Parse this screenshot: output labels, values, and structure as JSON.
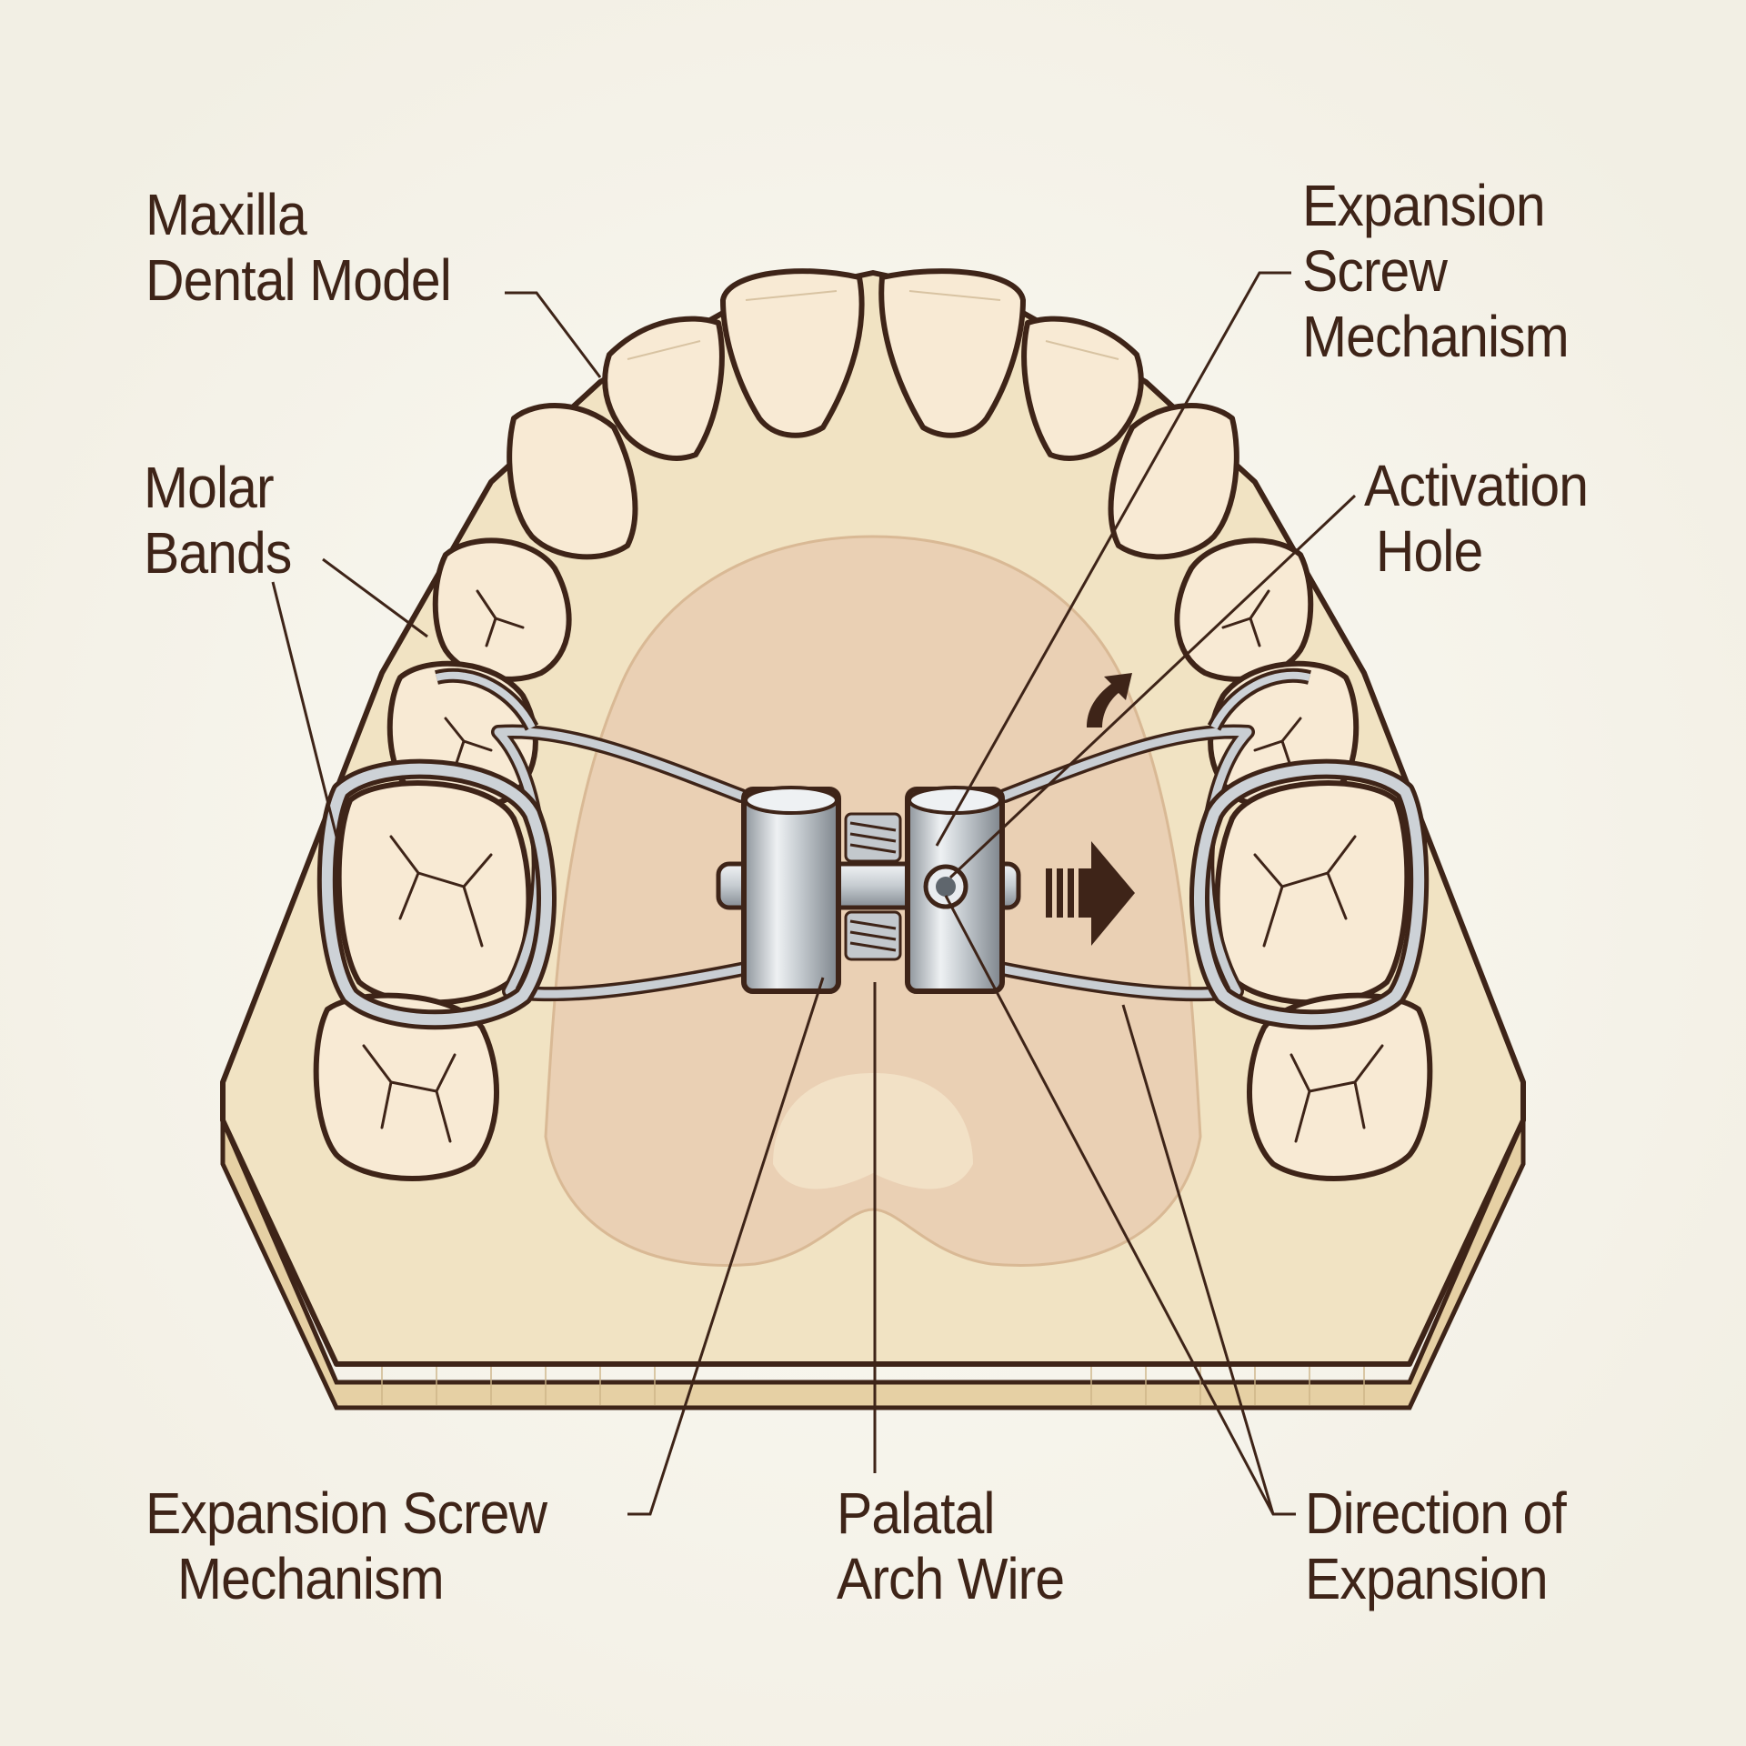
{
  "labels": {
    "maxilla": {
      "line1": "Maxilla",
      "line2": "Dental Model"
    },
    "screw_top": {
      "line1": "Expansion",
      "line2": "Screw",
      "line3": "Mechanism"
    },
    "molar": {
      "line1": "Molar",
      "line2": "Bands"
    },
    "activation": {
      "line1": "Activation",
      "line2": "Hole"
    },
    "screw_bottom": {
      "line1": "Expansion Screw",
      "line2": "Mechanism"
    },
    "wire": {
      "line1": "Palatal",
      "line2": "Arch Wire"
    },
    "direction": {
      "line1": "Direction of",
      "line2": "Expansion"
    }
  },
  "colors": {
    "background": "#f8f6ee",
    "model_base": "#f1e3c3",
    "base_side": "#e8d3a8",
    "palate": "#ead0b4",
    "tooth": "#f8ead4",
    "outline": "#3e2418",
    "metal": "#c9ced3",
    "metal_dark": "#7d848b",
    "label_text": "#3e2418"
  }
}
